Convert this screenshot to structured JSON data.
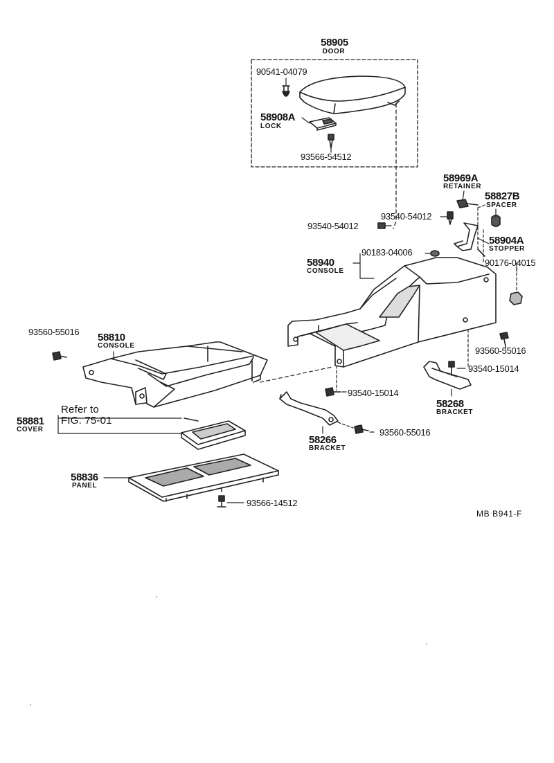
{
  "labels": {
    "door_num": "58905",
    "door_name": "DOOR",
    "screw_door": "90541-04079",
    "lock_num": "58908A",
    "lock_name": "LOCK",
    "screw_lock": "93566-54512",
    "retainer_num": "58969A",
    "retainer_name": "RETAINER",
    "spacer_num": "58827B",
    "spacer_name": "SPACER",
    "screw_a": "93540-54012",
    "screw_b": "93540-54012",
    "stopper_num": "58904A",
    "stopper_name": "STOPPER",
    "clip_a": "90183-04006",
    "clip_b": "90176-04015",
    "console_rear_num": "58940",
    "console_rear_name": "CONSOLE",
    "screw_c": "93560-55016",
    "console_front_num": "58810",
    "console_front_name": "CONSOLE",
    "screw_d": "93560-55016",
    "screw_e": "93540-15014",
    "bracket_r_num": "58268",
    "bracket_r_name": "BRACKET",
    "screw_f": "93540-15014",
    "refer_line1": "Refer to",
    "refer_line2": "FIG. 75-01",
    "cover_num": "58881",
    "cover_name": "COVER",
    "bracket_l_num": "58266",
    "bracket_l_name": "BRACKET",
    "screw_g": "93560-55016",
    "panel_num": "58836",
    "panel_name": "PANEL",
    "screw_h": "93566-14512",
    "code": "MB  B941-F"
  }
}
